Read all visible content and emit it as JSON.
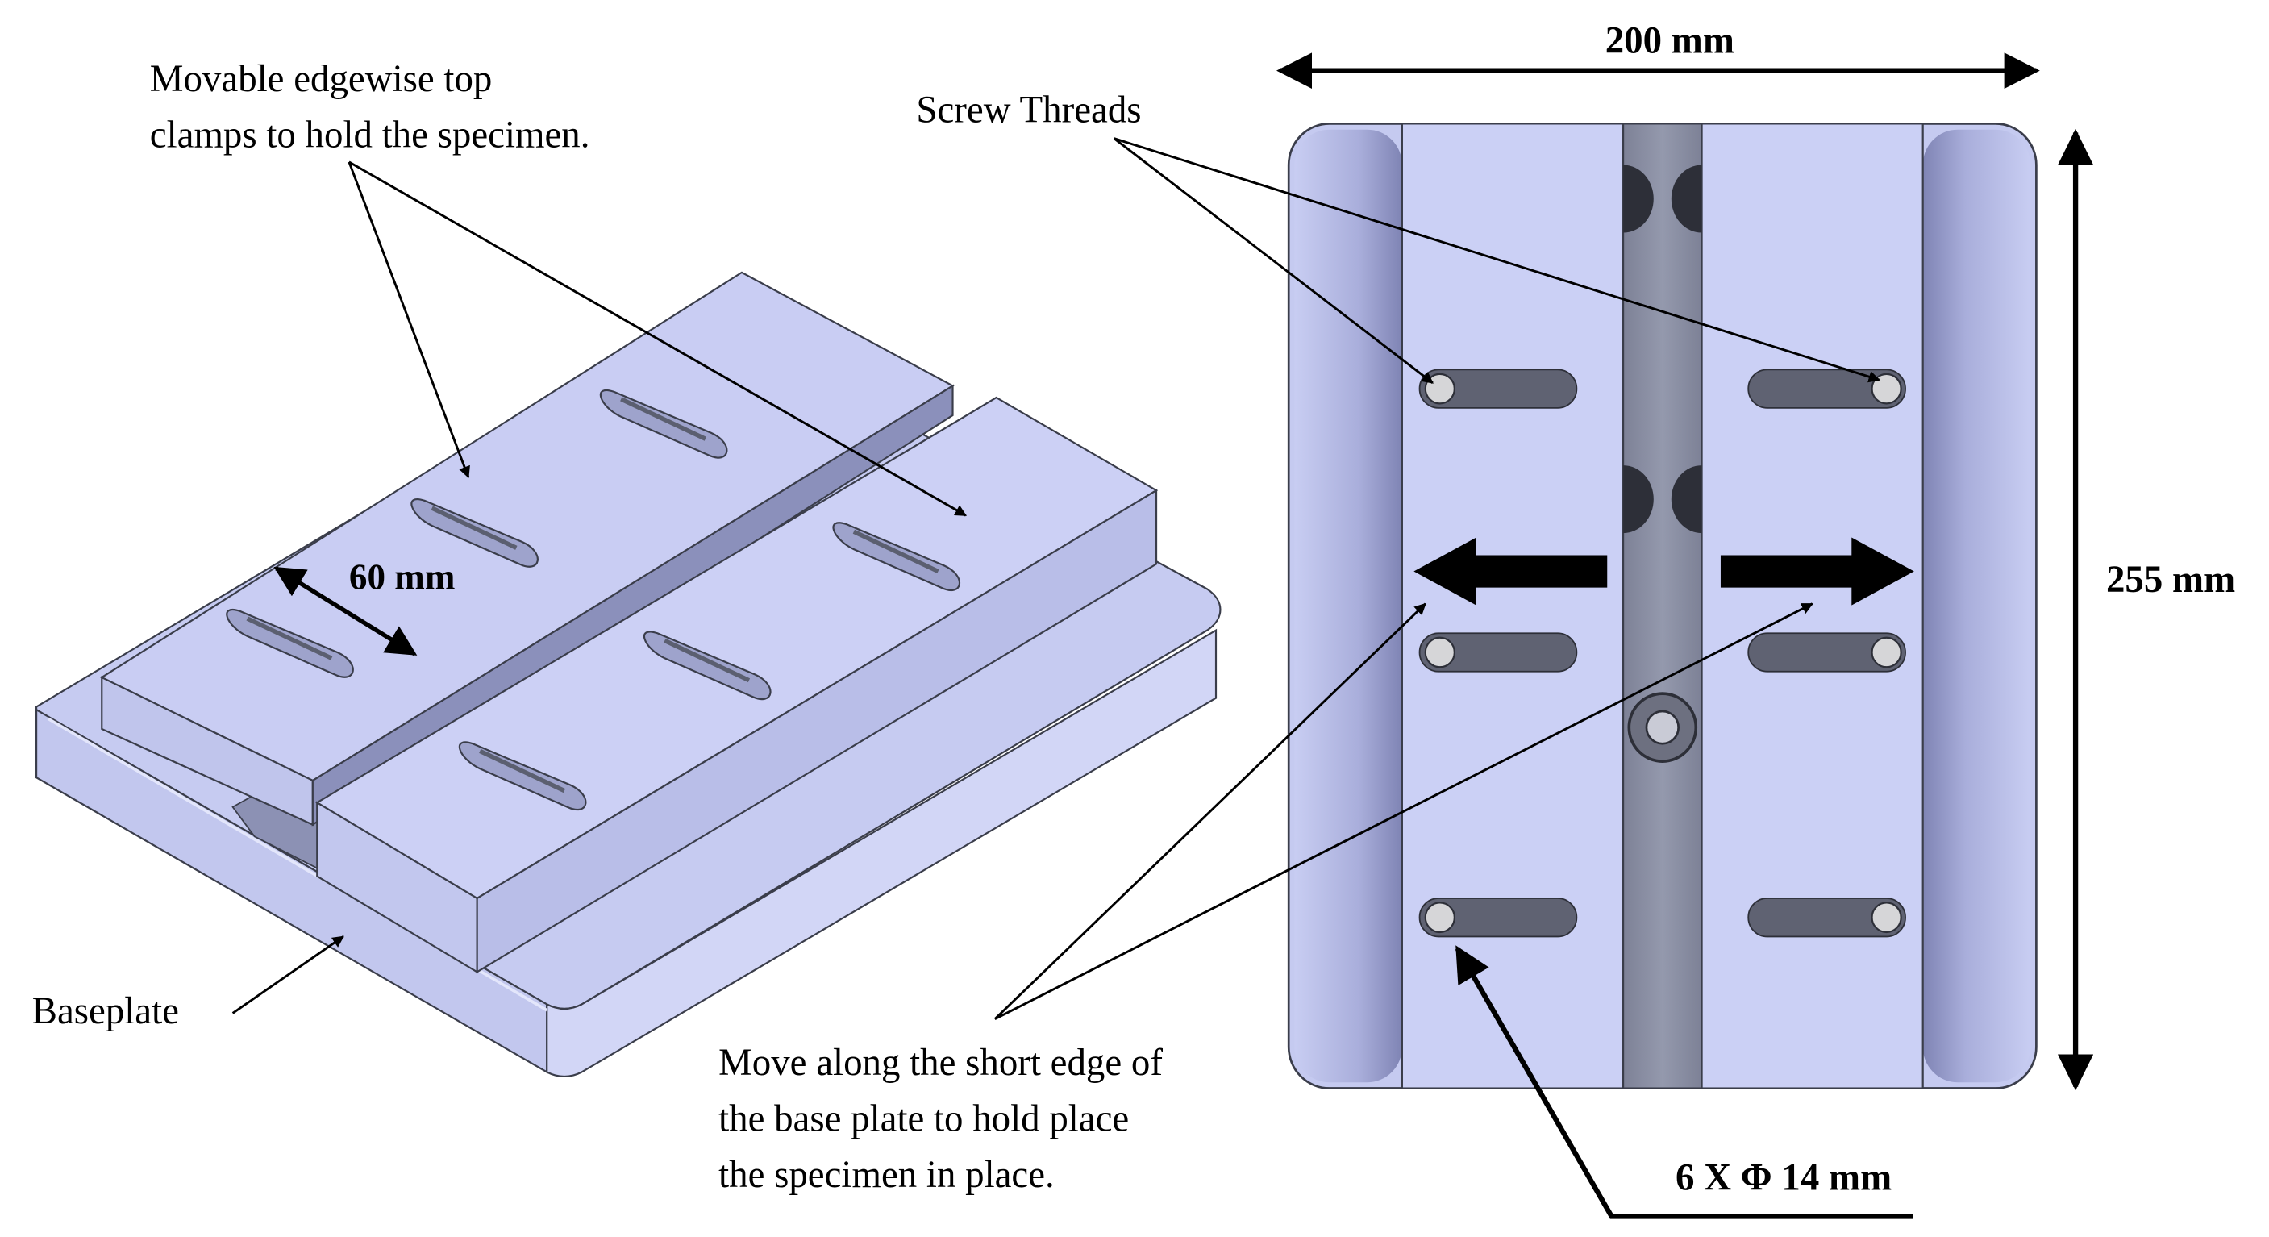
{
  "colors": {
    "plate": "#c4caf0",
    "plate_light": "#ccd1f4",
    "plate_mid": "#b3b9e2",
    "plate_dark": "#9096c6",
    "channel": "#8a8ea3",
    "slot_dark": "#5b5f70",
    "outline": "#3a3d4a",
    "line": "#000000"
  },
  "icons": {
    "left_arrow": "arrow-left-icon",
    "right_arrow": "arrow-right-icon"
  },
  "left_view": {
    "clamp_label_line1": "Movable edgewise top",
    "clamp_label_line2": "clamps to hold the specimen.",
    "gap_dimension": "60 mm",
    "baseplate_label": "Baseplate"
  },
  "right_view": {
    "width_dimension": "200 mm",
    "height_dimension": "255 mm",
    "screw_label": "Screw Threads",
    "move_label_line1": "Move along the short edge of",
    "move_label_line2": "the base plate to hold place",
    "move_label_line3": "the specimen in place.",
    "hole_spec": "6 X Φ 14 mm"
  }
}
